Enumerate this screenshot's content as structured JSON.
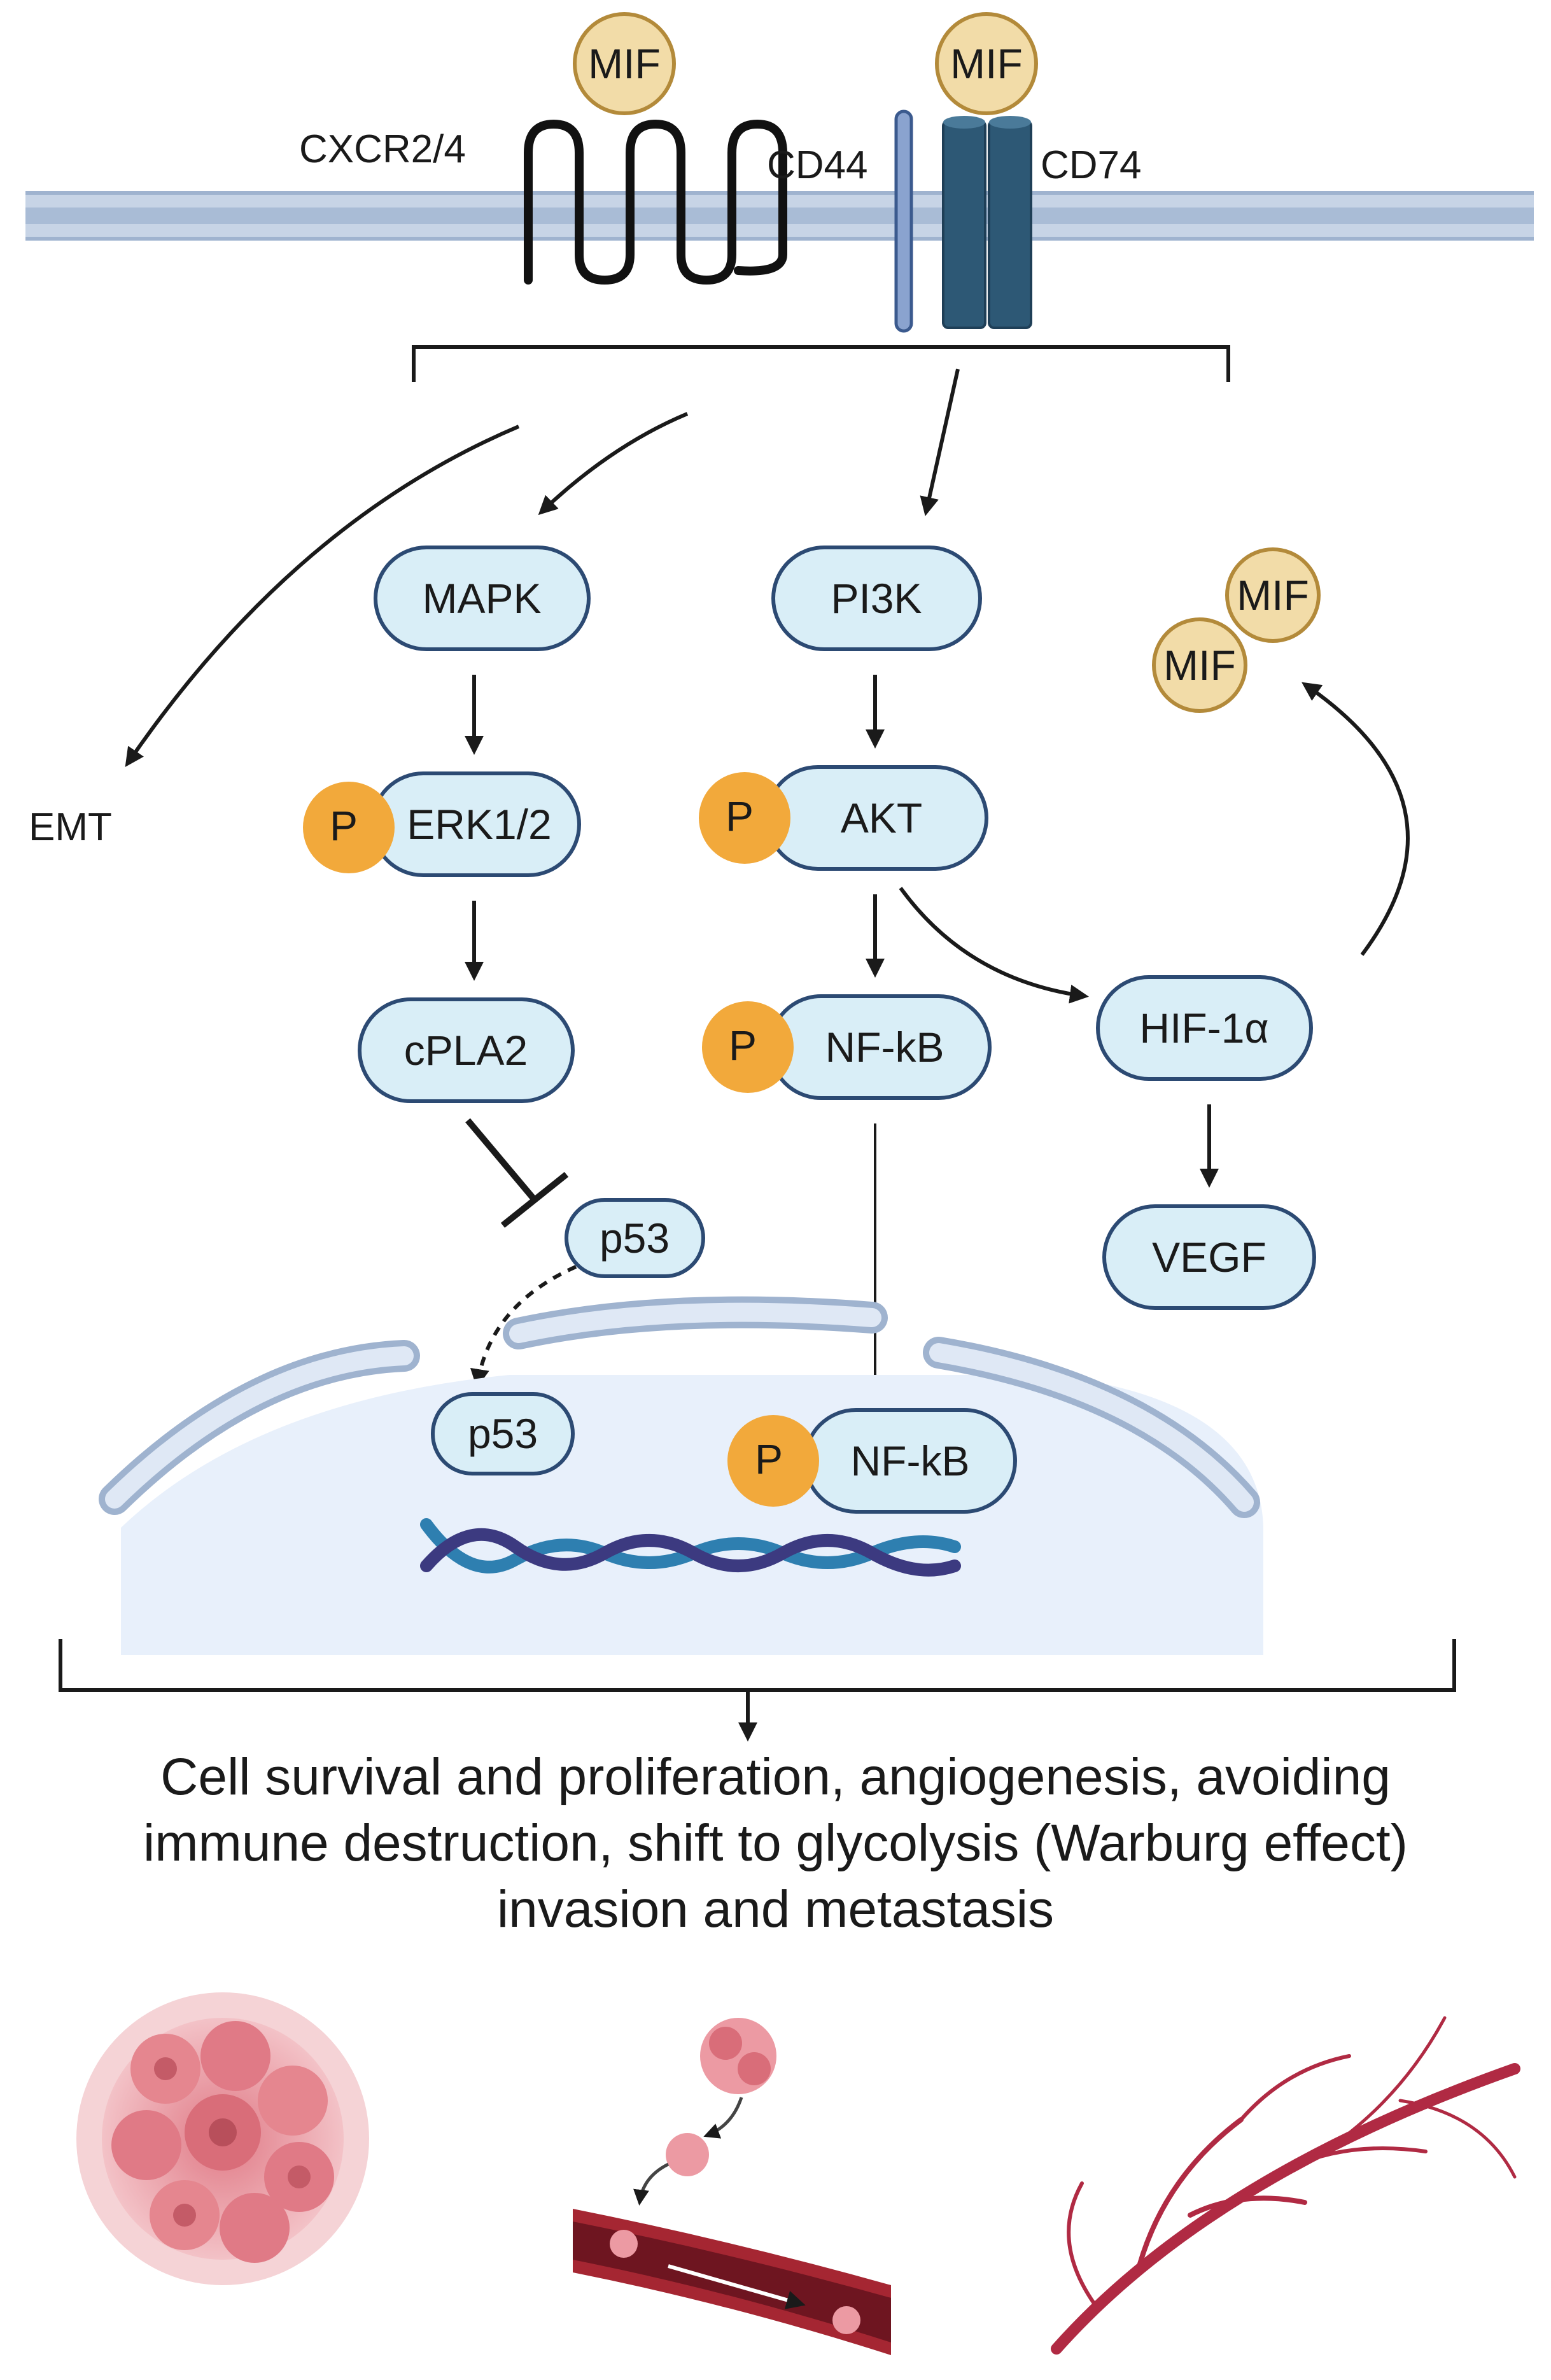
{
  "ligands": {
    "mif": "MIF"
  },
  "receptors": {
    "cxcr": "CXCR2/4",
    "cd44": "CD44",
    "cd74": "CD74"
  },
  "nodes": {
    "mapk": "MAPK",
    "erk": "ERK1/2",
    "cpla2": "cPLA2",
    "p53_cyto": "p53",
    "p53_nuc": "p53",
    "pi3k": "PI3K",
    "akt": "AKT",
    "nfkb_cyto": "NF-kB",
    "nfkb_nuc": "NF-kB",
    "hif": "HIF-1α",
    "vegf": "VEGF",
    "emt": "EMT",
    "phospho": "P"
  },
  "outcome": {
    "line1": "Cell survival and proliferation, angiogenesis, avoiding",
    "line2": "immune destruction,  shift to glycolysis (Warburg effect)",
    "line3": "invasion and metastasis"
  },
  "colors": {
    "membrane": "#b9c9de",
    "node_fill": "#d9eef7",
    "node_stroke": "#2c4a73",
    "mif_fill": "#f2dca8",
    "mif_stroke": "#b38a3a",
    "phospho": "#f2a93b",
    "cd74": "#2d5875",
    "cd44": "#8aa3cf",
    "nucleus": "#e8f0fb",
    "dna_dark": "#3c3a80",
    "dna_light": "#2e7fb0",
    "tumor": "#e8909a",
    "vessel": "#a52632"
  },
  "icons": [
    "tumor-cluster-icon",
    "metastasis-vessel-icon",
    "angiogenesis-vessel-icon"
  ]
}
